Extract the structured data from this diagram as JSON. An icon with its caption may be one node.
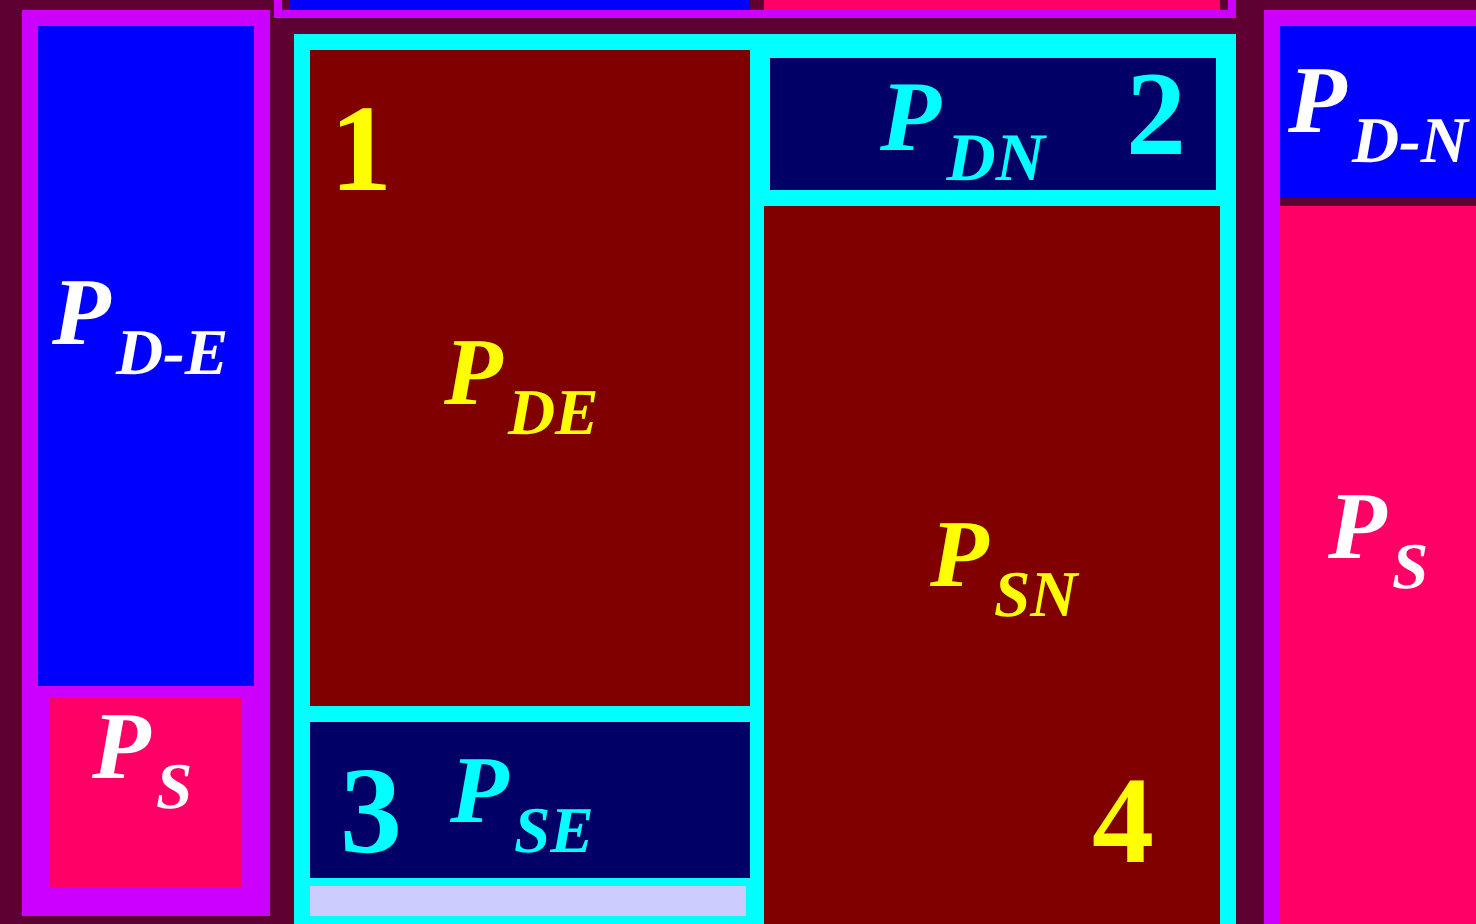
{
  "diagram": {
    "nodes": [
      {
        "text": [],
        "shape": "box"
      },
      {
        "text": [
          "P$_{D-E}$"
        ],
        "in": 0
      },
      {
        "text": [
          "P$_{S}$"
        ],
        "in": 0
      },
      {
        "text": [],
        "shape": "box"
      },
      {
        "text": [],
        "shape": "box",
        "in": 3
      },
      {
        "text": [],
        "shape": "box",
        "in": 3
      },
      {
        "text": [],
        "shape": "box"
      },
      {
        "text": [
          "1",
          "P$_{DE}$"
        ],
        "in": 6
      },
      {
        "text": [
          "P$_{DN}$",
          "2"
        ],
        "in": 6
      },
      {
        "text": [
          "3",
          "P$_{SE}$"
        ],
        "in": 6
      },
      {
        "text": [
          "P$_{SN}$",
          "4"
        ],
        "in": 6
      },
      {
        "text": [],
        "shape": "box"
      },
      {
        "text": [
          "P$_{D-N}$"
        ],
        "in": 11
      },
      {
        "text": [
          "P$_{S}$"
        ],
        "in": 11
      }
    ],
    "edges": []
  }
}
